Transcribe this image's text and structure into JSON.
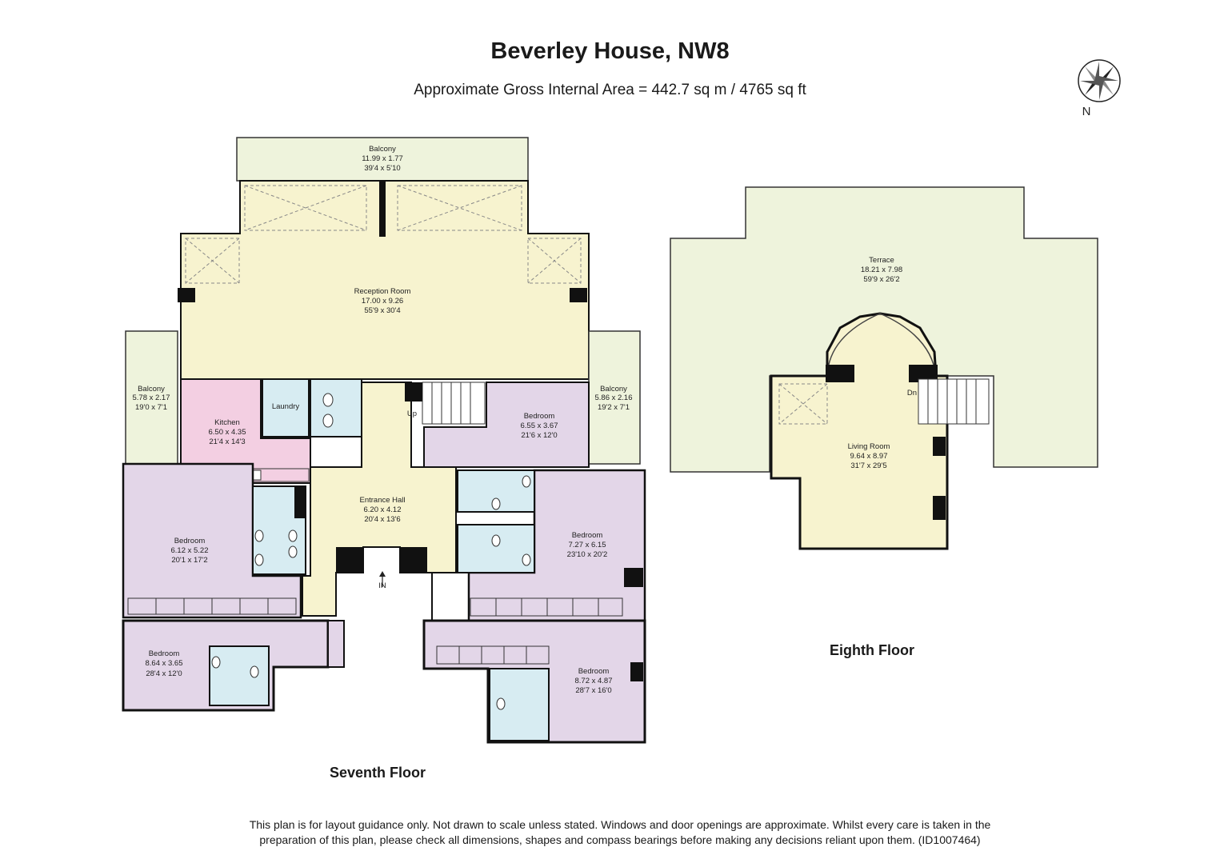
{
  "header": {
    "title": "Beverley House, NW8",
    "subtitle": "Approximate Gross Internal Area = 442.7 sq m / 4765 sq ft"
  },
  "compass": {
    "label": "N"
  },
  "colors": {
    "balcony": "#eef3dc",
    "reception": "#f7f3cf",
    "kitchen": "#f3cfe2",
    "wet": "#d7ecf2",
    "bedroom": "#e3d6e8",
    "hall": "#f7f3cf",
    "wall": "#111111"
  },
  "seventh_floor": {
    "label": "Seventh Floor",
    "rooms": {
      "balcony_top": {
        "name": "Balcony",
        "metric": "11.99 x 1.77",
        "imperial": "39'4 x 5'10"
      },
      "reception": {
        "name": "Reception Room",
        "metric": "17.00 x 9.26",
        "imperial": "55'9 x 30'4"
      },
      "balcony_left": {
        "name": "Balcony",
        "metric": "5.78 x 2.17",
        "imperial": "19'0 x 7'1"
      },
      "balcony_right": {
        "name": "Balcony",
        "metric": "5.86 x 2.16",
        "imperial": "19'2 x 7'1"
      },
      "kitchen": {
        "name": "Kitchen",
        "metric": "6.50 x 4.35",
        "imperial": "21'4 x 14'3"
      },
      "laundry": {
        "name": "Laundry"
      },
      "bedroom_1": {
        "name": "Bedroom",
        "metric": "6.55 x 3.67",
        "imperial": "21'6 x 12'0"
      },
      "entrance_hall": {
        "name": "Entrance Hall",
        "metric": "6.20 x 4.12",
        "imperial": "20'4 x 13'6"
      },
      "bedroom_2": {
        "name": "Bedroom",
        "metric": "6.12 x 5.22",
        "imperial": "20'1 x 17'2"
      },
      "bedroom_3": {
        "name": "Bedroom",
        "metric": "7.27 x 6.15",
        "imperial": "23'10 x 20'2"
      },
      "bedroom_4": {
        "name": "Bedroom",
        "metric": "8.64 x 3.65",
        "imperial": "28'4 x 12'0"
      },
      "bedroom_5": {
        "name": "Bedroom",
        "metric": "8.72 x 4.87",
        "imperial": "28'7 x 16'0"
      }
    },
    "markers": {
      "up": "Up",
      "entrance": "IN"
    }
  },
  "eighth_floor": {
    "label": "Eighth Floor",
    "rooms": {
      "terrace": {
        "name": "Terrace",
        "metric": "18.21 x 7.98",
        "imperial": "59'9 x 26'2"
      },
      "living": {
        "name": "Living Room",
        "metric": "9.64 x 8.97",
        "imperial": "31'7 x 29'5"
      }
    },
    "markers": {
      "down": "Dn"
    }
  },
  "footer": {
    "disclaimer_line1": "This plan is for layout guidance only. Not drawn to scale unless stated. Windows and door openings are approximate. Whilst every care is taken in the",
    "disclaimer_line2": "preparation of this plan, please check all dimensions, shapes and compass bearings before making any decisions reliant upon them. (ID1007464)"
  }
}
